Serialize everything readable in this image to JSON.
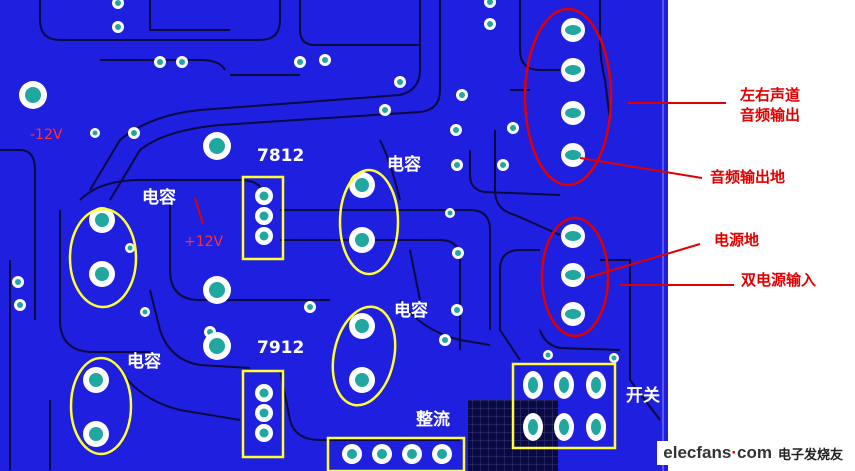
{
  "board": {
    "labels": {
      "minus12v": "-12V",
      "plus12v": "+12V",
      "reg_7812": "7812",
      "reg_7912": "7912",
      "cap_left_top": "电容",
      "cap_left_bottom": "电容",
      "cap_mid_top": "电容",
      "cap_mid_bottom": "电容",
      "rectifier": "整流",
      "switch": "开关"
    }
  },
  "callouts": {
    "lr_channel_line1": "左右声道",
    "lr_channel_line2": "音频输出",
    "audio_gnd": "音频输出地",
    "power_gnd": "电源地",
    "dual_power_in": "双电源输入"
  },
  "watermark": {
    "logo_main": "elecfans",
    "logo_dot": "·",
    "logo_tld": "com",
    "logo_cn": "电子发烧友"
  },
  "colors": {
    "pcb_blue": "#1f1fe0",
    "highlight_yellow": "#ffff33",
    "highlight_red": "#e00000",
    "pad_teal": "#1fa7a0"
  }
}
